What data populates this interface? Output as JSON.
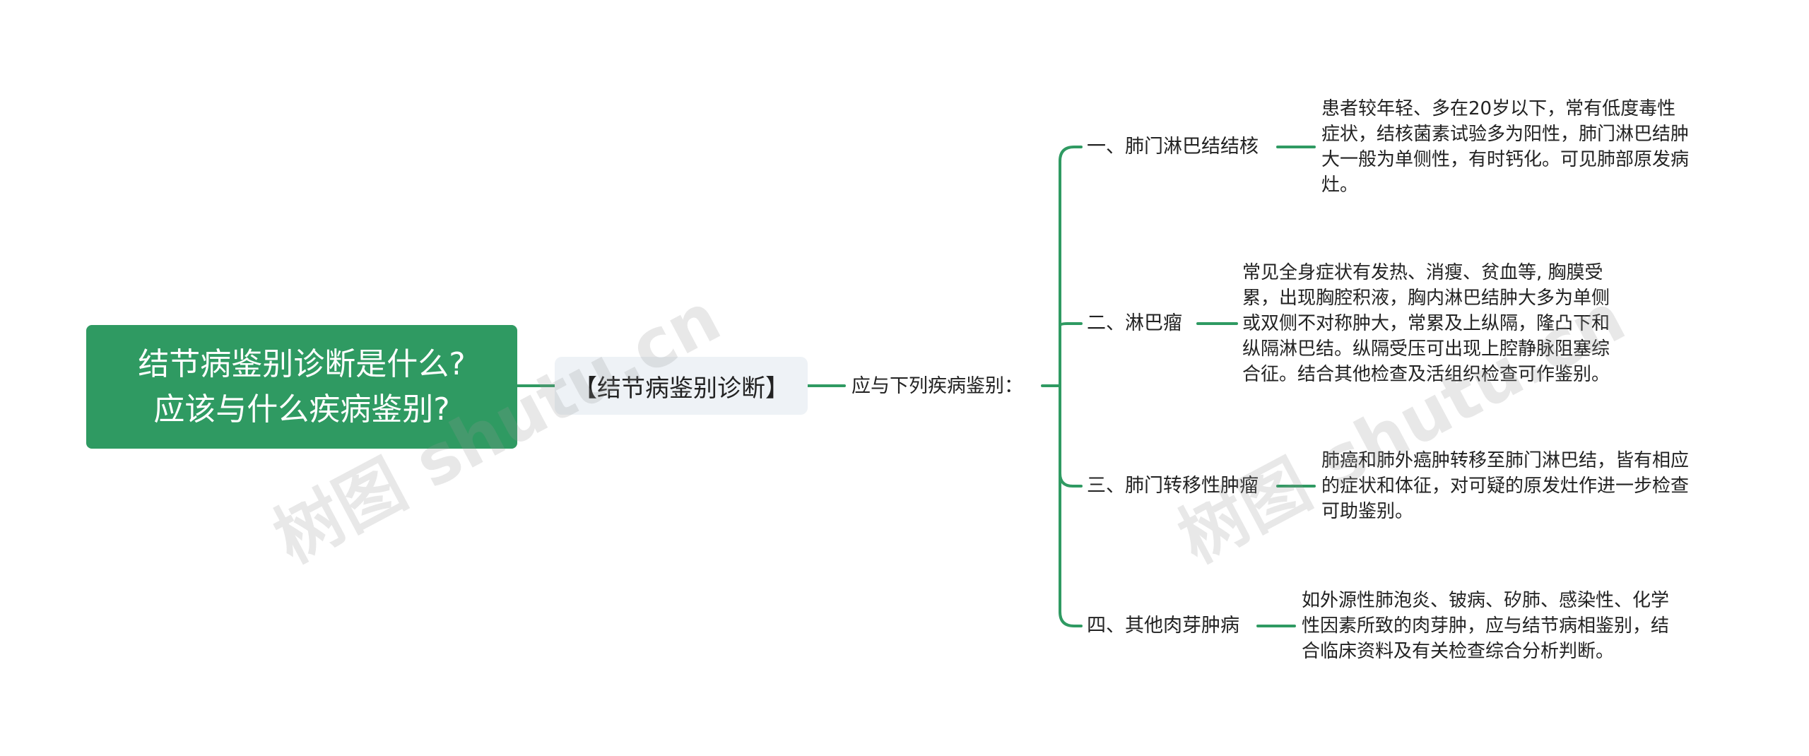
{
  "root": {
    "line1": "结节病鉴别诊断是什么?",
    "line2": "应该与什么疾病鉴别?"
  },
  "sub": {
    "label": "【结节病鉴别诊断】"
  },
  "intro": {
    "label": "应与下列疾病鉴别："
  },
  "branches": [
    {
      "label": "一、肺门淋巴结结核",
      "desc": [
        "患者较年轻、多在20岁以下，常有低度毒性",
        "症状，结核菌素试验多为阳性，肺门淋巴结肿",
        "大一般为单侧性，有时钙化。可见肺部原发病",
        "灶。"
      ]
    },
    {
      "label": "二、淋巴瘤",
      "desc": [
        "常见全身症状有发热、消瘦、贫血等, 胸膜受",
        "累，出现胸腔积液，胸内淋巴结肿大多为单侧",
        "或双侧不对称肿大，常累及上纵隔，隆凸下和",
        "纵隔淋巴结。纵隔受压可出现上腔静脉阻塞综",
        "合征。结合其他检查及活组织检查可作鉴别。"
      ]
    },
    {
      "label": "三、肺门转移性肿瘤",
      "desc": [
        "肺癌和肺外癌肿转移至肺门淋巴结，皆有相应",
        "的症状和体征，对可疑的原发灶作进一步检查",
        "可助鉴别。"
      ]
    },
    {
      "label": "四、其他肉芽肿病",
      "desc": [
        "如外源性肺泡炎、铍病、矽肺、感染性、化学",
        "性因素所致的肉芽肿，应与结节病相鉴别，结",
        "合临床资料及有关检查综合分析判断。"
      ]
    }
  ],
  "watermarks": [
    "树图 shutu.cn",
    "树图 shutu.cn"
  ],
  "colors": {
    "accent": "#2f9a62",
    "connector": "#2f9a62",
    "sub_bg": "#eef2f6"
  }
}
